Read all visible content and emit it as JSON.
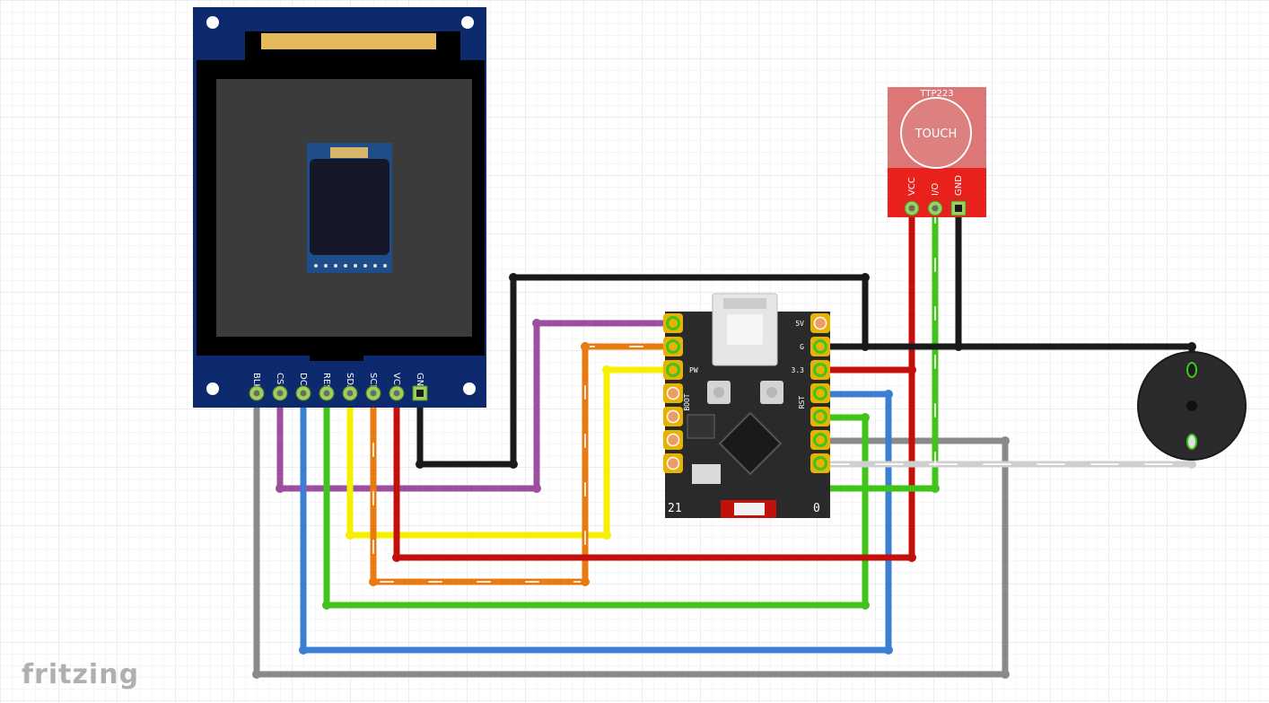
{
  "watermark": {
    "text": "fritzing"
  },
  "tft_display": {
    "pins": [
      "BLK",
      "CS",
      "DC",
      "RES",
      "SDA",
      "SCL",
      "VCC",
      "GND"
    ],
    "colors": {
      "board": "#0d2a6e",
      "bezel": "#000000",
      "screen": "#3b3b3b",
      "ribbon": "#e8b95a"
    }
  },
  "touch_sensor": {
    "model": "TTP223",
    "pad_label": "TOUCH",
    "pins": [
      "VCC",
      "I/O",
      "GND"
    ],
    "colors": {
      "board": "#e8211d"
    }
  },
  "mcu_board": {
    "left_pins": [
      "",
      "",
      "PW",
      "BOOT",
      "",
      "",
      ""
    ],
    "right_pins": [
      "5V",
      "G",
      "3.3",
      "RST",
      "",
      "",
      ""
    ],
    "bottom_left": "21",
    "bottom_right": "0",
    "colors": {
      "board": "#2a2a2a"
    }
  },
  "buzzer": {
    "colors": {
      "body": "#2b2b2b"
    }
  },
  "wire_colors": {
    "black": "#1a1a1a",
    "purple": "#9b4f9e",
    "orange": "#e87a10",
    "yellow": "#f5f000",
    "red": "#c4100a",
    "gray": "#8a8a8a",
    "blue": "#3b7fd4",
    "green": "#41c41a",
    "white": "#cfcfcf"
  }
}
